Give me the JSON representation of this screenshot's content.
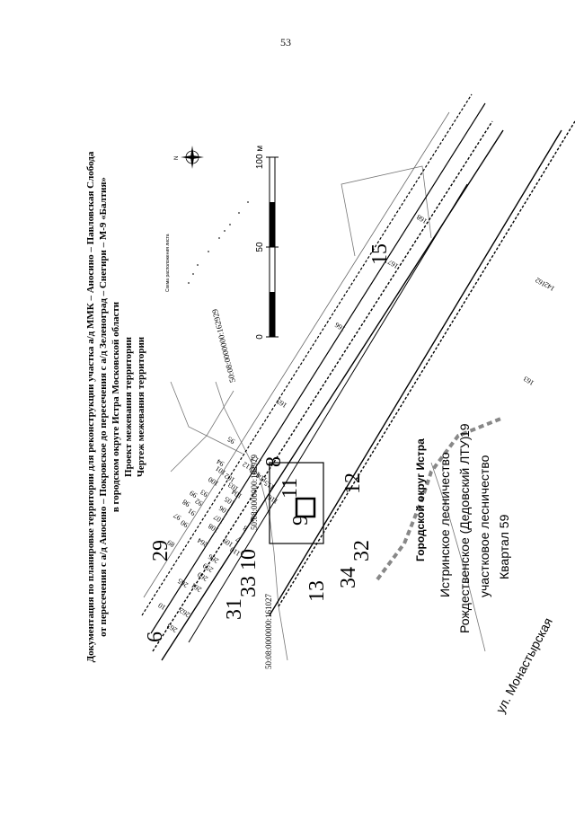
{
  "page_number": "53",
  "header": {
    "title_lines": [
      "Документация по планировке территории для реконструкции участка а/д ММК – Аносино – Павловская Слобода",
      "от пересечения с а/д Аносино – Покровское до пересечения с а/д Зеленоград – Снегири – М-9 «Балтия»",
      "в городском округе Истра Московской области"
    ],
    "subtitle_1": "Проект межевания территории",
    "subtitle_2": "Чертеж межевания территории"
  },
  "scale_bar": {
    "labels": [
      "0",
      "50",
      "100 м"
    ]
  },
  "locator_caption": "Схема расположения листа",
  "compass": {
    "north_label": "N"
  },
  "cadastral": {
    "q1": "50:08:0000000:162979",
    "q2": "50:08:0000000:161027",
    "q3": "50:08:0000000:162929"
  },
  "big_labels": [
    "6",
    "29",
    "31",
    "33",
    "10",
    "13",
    "34",
    "32",
    "9",
    "11",
    "8",
    "12",
    "15"
  ],
  "point_labels": [
    "263",
    "262",
    "261",
    "260",
    "259",
    "266",
    "264",
    "265",
    "10",
    "89",
    "90",
    "91",
    "92",
    "93",
    "94",
    "95",
    "97",
    "98",
    "99",
    "100",
    "101",
    "102",
    "103",
    "104",
    "105",
    "106",
    "107",
    "108",
    "109",
    "110",
    "112",
    "113",
    "114",
    "115",
    "116",
    "117",
    "142",
    "162",
    "163",
    "165",
    "166",
    "167",
    "168",
    "7",
    "8",
    "9"
  ],
  "area_texts": {
    "district": "Городской округ Истра",
    "forest_1": "Истринское лесничество",
    "forest_2": "Рождественское (Дедовский ЛТУ)",
    "forest_2_num": "19",
    "forest_3": "участковое лесничество",
    "forest_4": "Квартал 59"
  },
  "street": "ул. Монастырская"
}
